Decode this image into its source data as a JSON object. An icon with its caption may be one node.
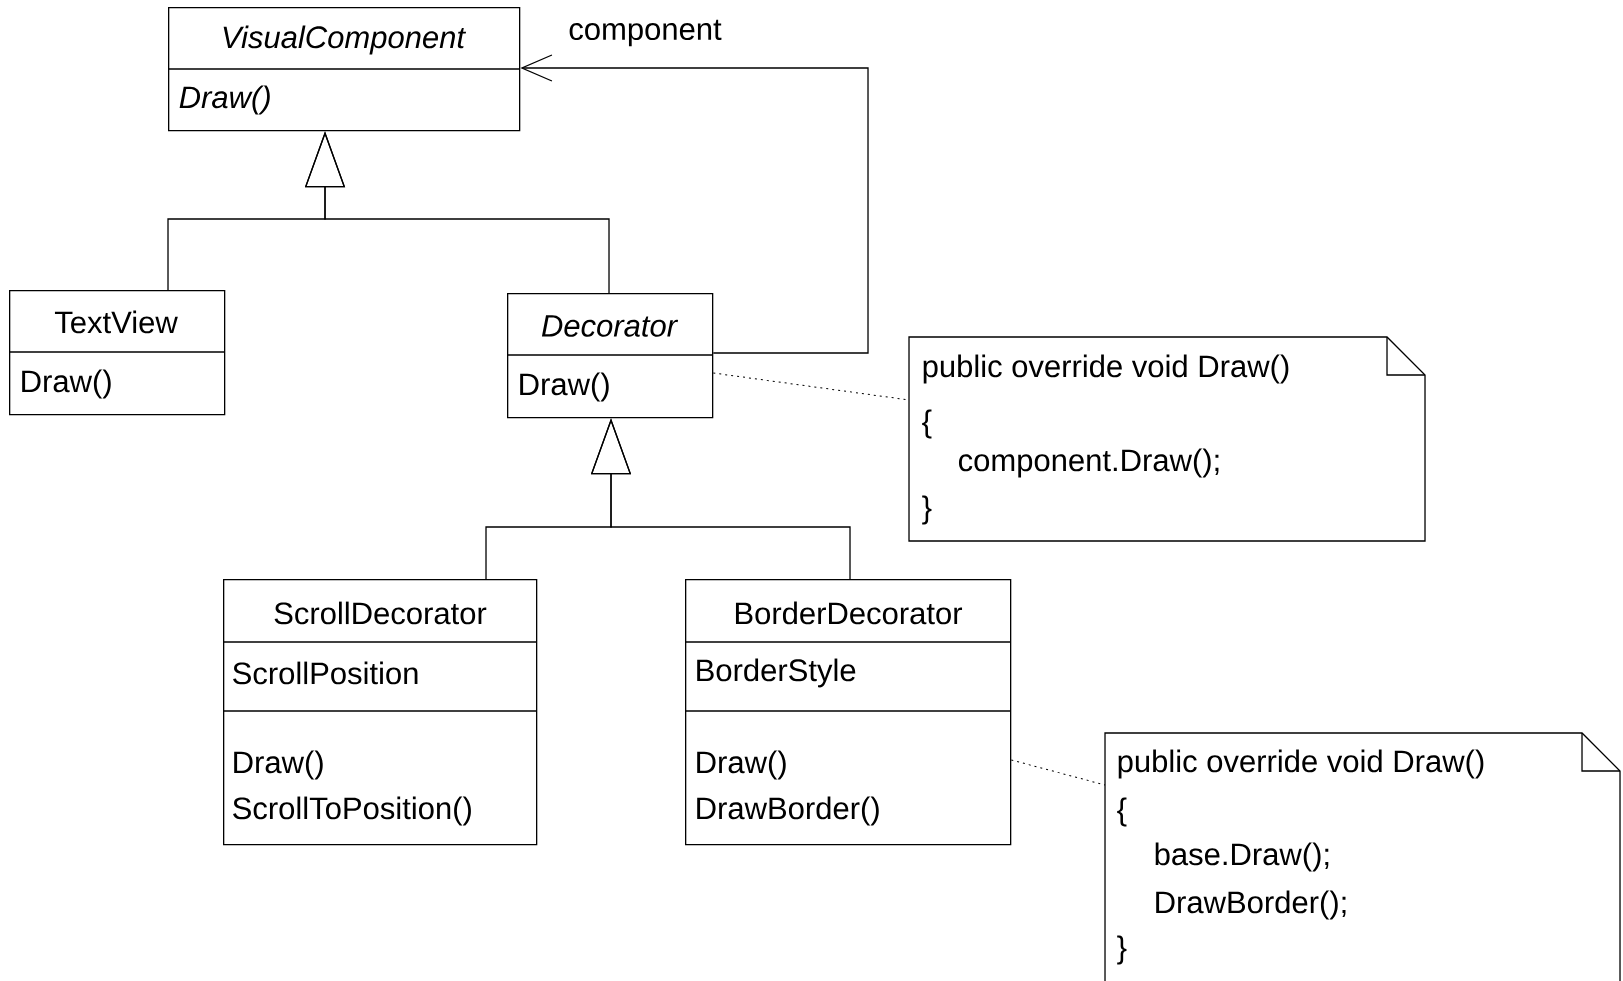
{
  "diagram": {
    "nodes": [
      {
        "text": [
          "VisualComponent",
          "Draw()"
        ]
      },
      {
        "text": [
          "TextView",
          "Draw()"
        ]
      },
      {
        "text": [
          "Decorator",
          "Draw()"
        ]
      },
      {
        "text": [
          "ScrollDecorator",
          "ScrollPosition",
          "Draw()",
          "ScrollToPosition()"
        ]
      },
      {
        "text": [
          "BorderDecorator",
          "BorderStyle",
          "Draw()",
          "DrawBorder()"
        ]
      },
      {
        "text": [
          "public override void Draw()",
          "{",
          "component.Draw();",
          "}"
        ]
      },
      {
        "text": [
          "public override void Draw()",
          "{",
          "base.Draw();",
          "DrawBorder();",
          "}"
        ]
      }
    ],
    "edges": [
      {
        "from": 1,
        "to": 0,
        "arrow": "to"
      },
      {
        "from": 2,
        "to": 0,
        "arrow": "to"
      },
      {
        "from": 3,
        "to": 2,
        "arrow": "to"
      },
      {
        "from": 4,
        "to": 2,
        "arrow": "to"
      },
      {
        "from": 2,
        "to": 0,
        "arrow": "to",
        "label": "component"
      },
      {
        "from": 2,
        "to": 5,
        "arrow": "none",
        "style": "dashed"
      },
      {
        "from": 4,
        "to": 6,
        "arrow": "none",
        "style": "dashed"
      }
    ]
  }
}
